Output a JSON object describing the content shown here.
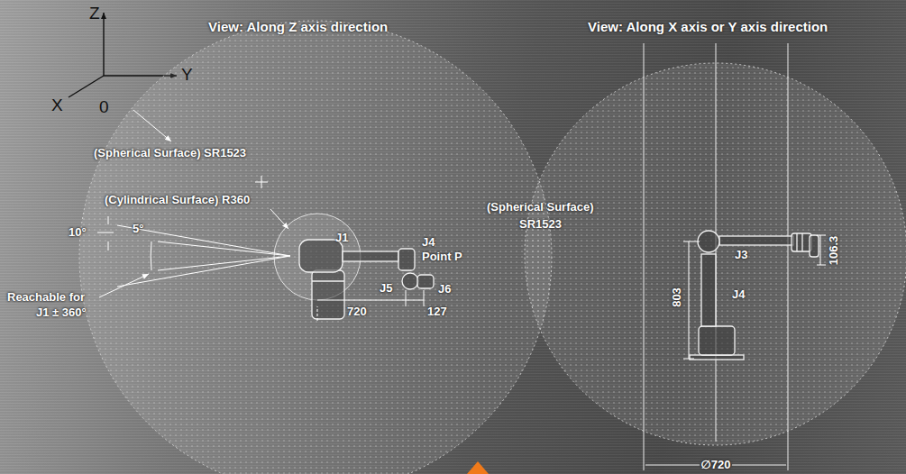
{
  "diagram": {
    "labels": [
      "Z",
      "Y",
      "X",
      "0",
      "View: Along Z axis direction",
      "View: Along X axis or Y axis direction",
      "(Spherical Surface) SR1523",
      "(Cylindrical Surface) R360",
      "10°",
      "5°",
      "Reachable for",
      "J1 ± 360°",
      "J1",
      "J4",
      "Point P",
      "J5",
      "J6",
      "720",
      "127",
      "(Spherical Surface)",
      "SR1523",
      "803",
      "J3",
      "106.3",
      "J4",
      "∅720"
    ]
  }
}
